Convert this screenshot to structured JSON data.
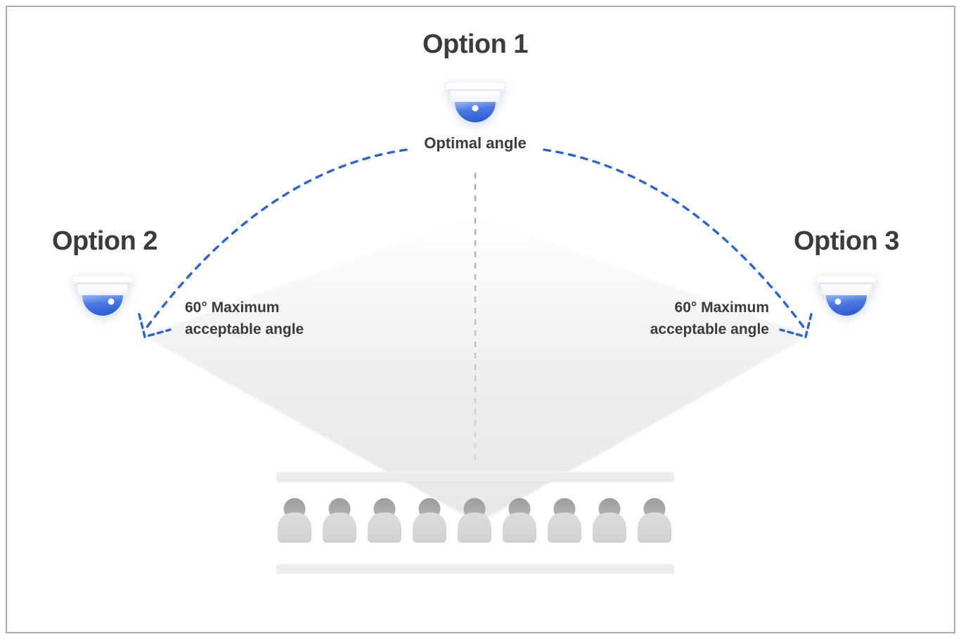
{
  "diagram": {
    "title_top": "Option 1",
    "title_left": "Option 2",
    "title_right": "Option 3",
    "optimal_label": "Optimal angle",
    "left_note": {
      "line1": "60° Maximum",
      "line2": "acceptable angle"
    },
    "right_note": {
      "line1": "60° Maximum",
      "line2": "acceptable angle"
    }
  },
  "audience": {
    "people_count": 9
  },
  "colors": {
    "accent_blue": "#2563d6",
    "dome_top": "#8fb0f4",
    "dome_bottom": "#2e5ed3",
    "text": "#3b3b3b",
    "fan_fill": "#ececec",
    "guide_gray": "#b5b5b5",
    "head_gray": "#a9a9a9",
    "body_gray": "#d7d7d7",
    "bar_gray": "#ececec",
    "frame_gray": "#ababab"
  }
}
